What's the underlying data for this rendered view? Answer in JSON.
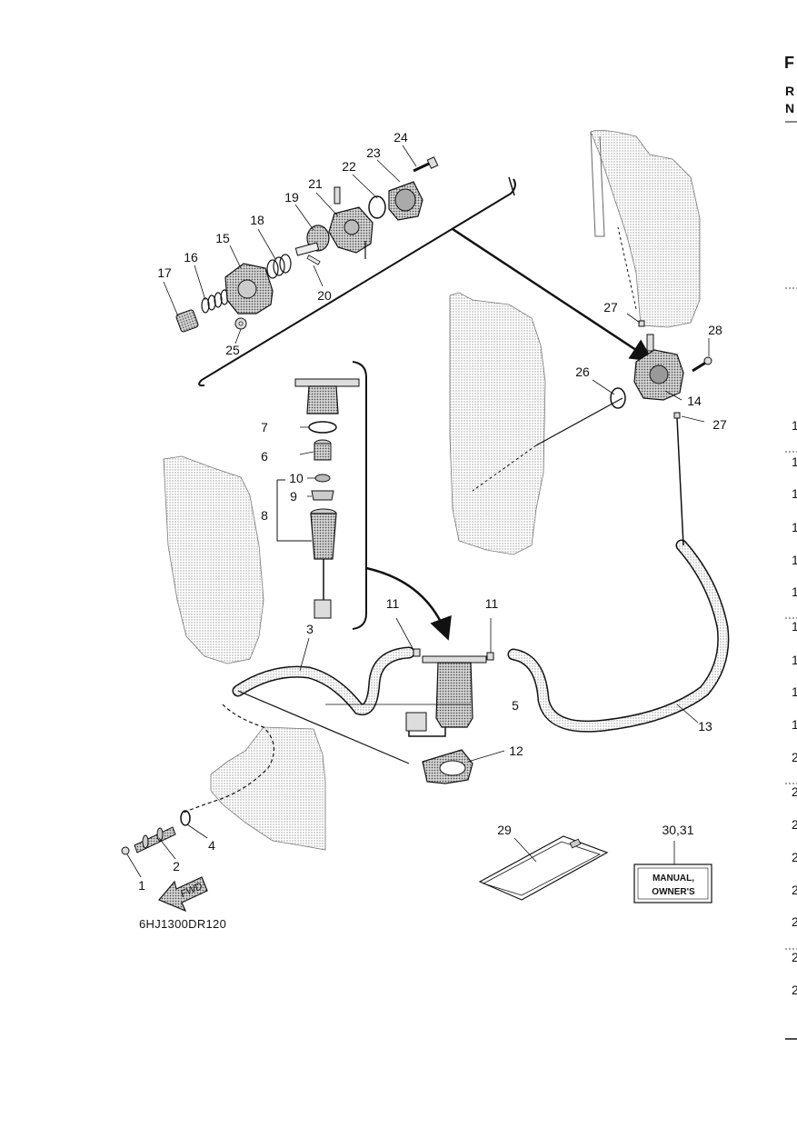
{
  "diagram_id": "6HJ1300DR120",
  "margin_text": [
    "F",
    "R",
    "N"
  ],
  "callouts": {
    "c1": "1",
    "c2": "2",
    "c3": "3",
    "c4": "4",
    "c5": "5",
    "c6": "6",
    "c7": "7",
    "c8": "8",
    "c9": "9",
    "c10": "10",
    "c11a": "11",
    "c11b": "11",
    "c12": "12",
    "c13": "13",
    "c14": "14",
    "c15": "15",
    "c16": "16",
    "c17": "17",
    "c18": "18",
    "c19": "19",
    "c20": "20",
    "c21": "21",
    "c22": "22",
    "c23": "23",
    "c24": "24",
    "c25": "25",
    "c26": "26",
    "c27a": "27",
    "c27b": "27",
    "c28": "28",
    "c29": "29",
    "c30_31": "30,31"
  },
  "manual_label": {
    "line1": "MANUAL,",
    "line2": "OWNER'S"
  },
  "fwd_label": "FWD",
  "edge_numbers": [
    "1",
    "1",
    "1",
    "1",
    "1",
    "1",
    "1",
    "1",
    "1",
    "1",
    "2",
    "2",
    "2",
    "2",
    "2",
    "2",
    "2",
    "2"
  ]
}
